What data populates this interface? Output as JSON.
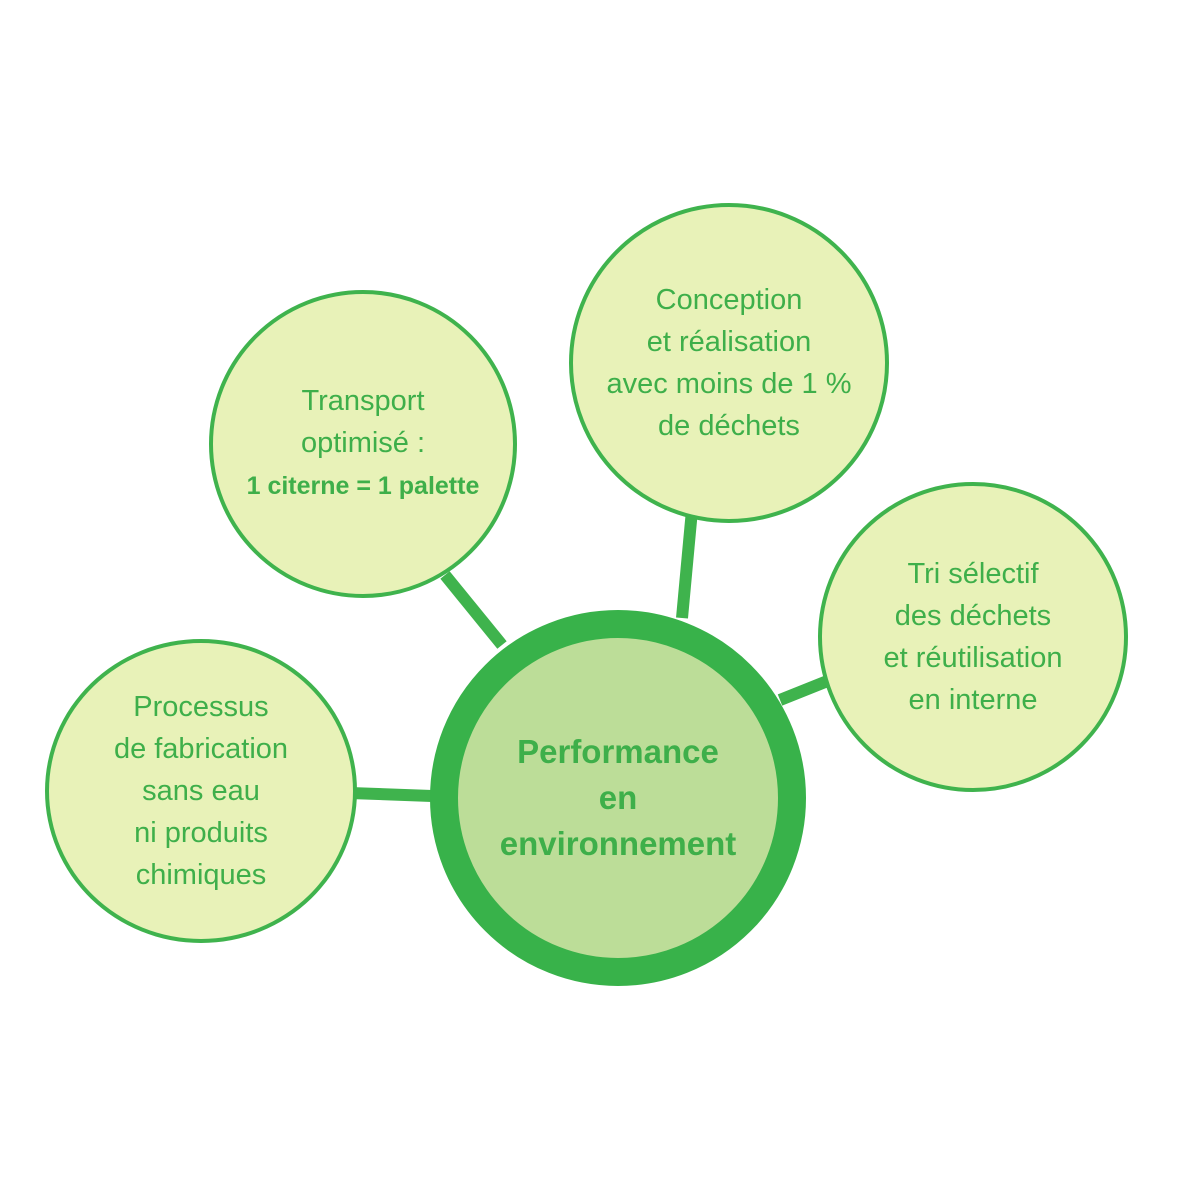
{
  "colors": {
    "stroke": "#3fb34d",
    "center_ring": "#38b24a",
    "center_fill": "#bcdd98",
    "outer_fill": "#e8f2b8",
    "text": "#3eaf4a"
  },
  "diagram": {
    "center": {
      "lines": [
        "Performance",
        "en",
        "environnement"
      ]
    },
    "nodes": [
      {
        "id": "transport",
        "lines": [
          "Transport",
          "optimisé :"
        ],
        "bold_line": "1 citerne = 1 palette"
      },
      {
        "id": "conception",
        "lines": [
          "Conception",
          "et réalisation",
          "avec moins de 1 %",
          "de déchets"
        ]
      },
      {
        "id": "tri",
        "lines": [
          "Tri sélectif",
          "des déchets",
          "et réutilisation",
          "en interne"
        ]
      },
      {
        "id": "processus",
        "lines": [
          "Processus",
          "de fabrication",
          "sans eau",
          "ni produits",
          "chimiques"
        ]
      }
    ]
  }
}
